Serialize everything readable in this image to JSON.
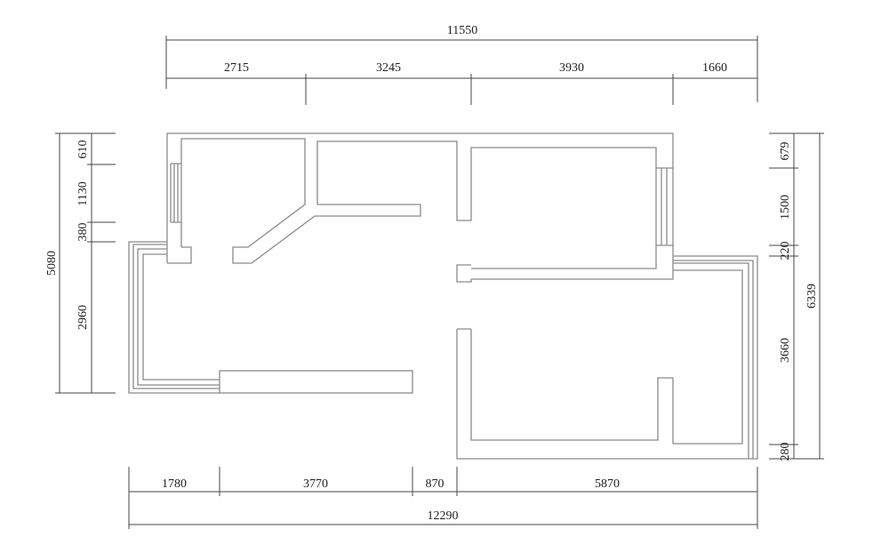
{
  "dimensions": {
    "top_total": "11550",
    "top": [
      "2715",
      "3245",
      "3930",
      "1660"
    ],
    "left_total": "5080",
    "left": [
      "610",
      "1130",
      "380",
      "2960"
    ],
    "right_total": "6339",
    "right": [
      "679",
      "1500",
      "220",
      "3660",
      "280"
    ],
    "bottom": [
      "1780",
      "3770",
      "870",
      "5870"
    ],
    "bottom_total": "12290"
  }
}
